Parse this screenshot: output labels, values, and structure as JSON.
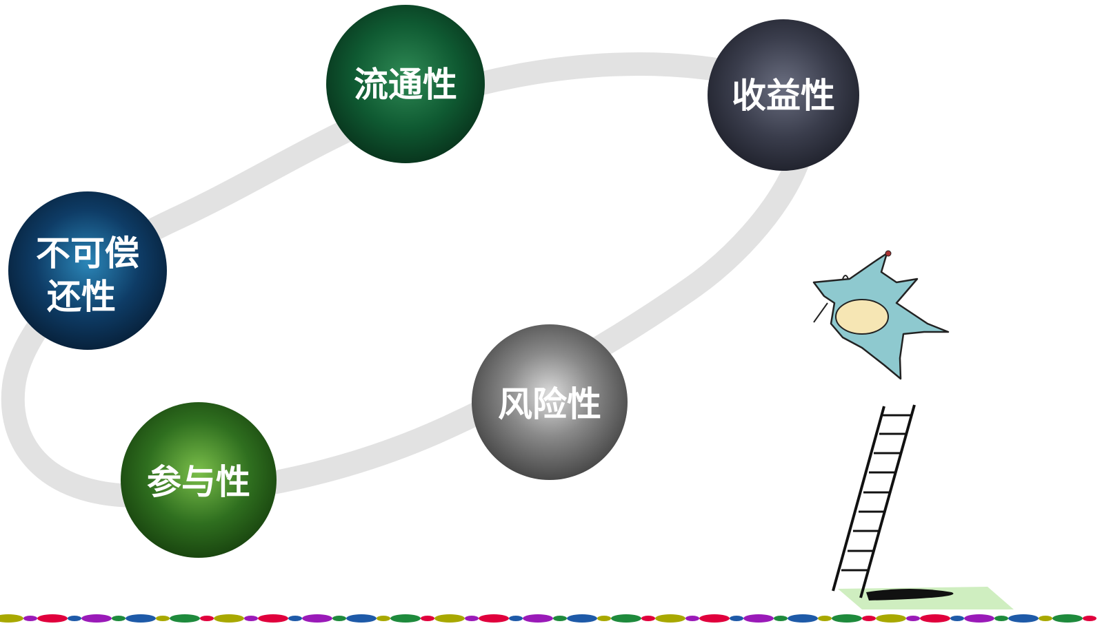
{
  "nodes": [
    {
      "id": "liquidity",
      "label": "流通性",
      "lines": [
        "流通性"
      ],
      "color": "#0f5a32"
    },
    {
      "id": "return",
      "label": "收益性",
      "lines": [
        "收益性"
      ],
      "color": "#2e3140"
    },
    {
      "id": "non_redeemable",
      "label": "不可偿还性",
      "lines": [
        "不可偿",
        "还性"
      ],
      "color": "#0e3c66"
    },
    {
      "id": "risk",
      "label": "风险性",
      "lines": [
        "风险性"
      ],
      "color": "#4a4a4a"
    },
    {
      "id": "participation",
      "label": "参与性",
      "lines": [
        "参与性"
      ],
      "color": "#2f6f1f"
    }
  ],
  "ring_color": "#e0e0e0",
  "border_dot_colors": [
    "#a8a800",
    "#e0003c",
    "#9a1ab8",
    "#1e5aa8",
    "#1e8a3c"
  ]
}
